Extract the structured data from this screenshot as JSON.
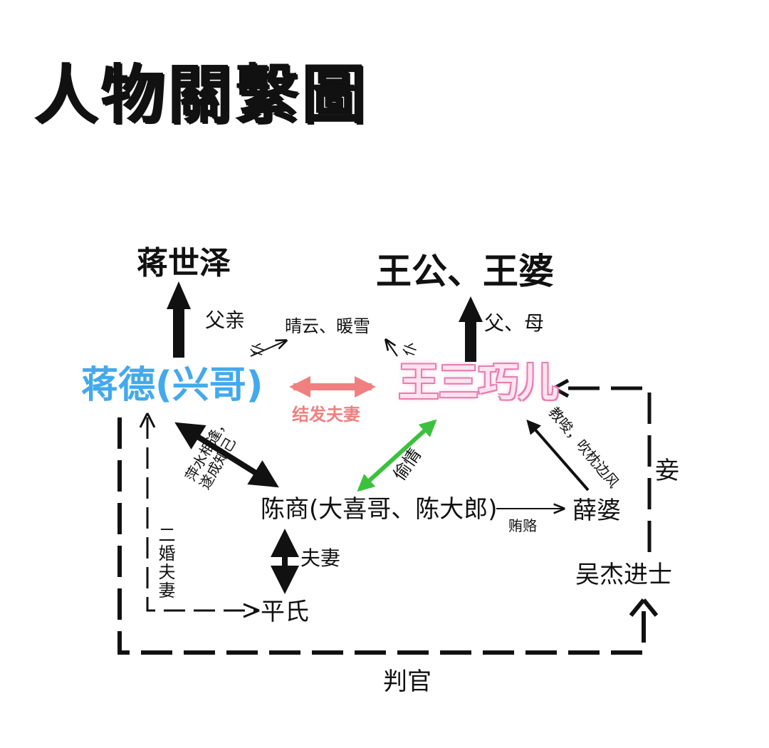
{
  "title": "人物關繫圖",
  "nodes": {
    "jiang_shize": "蒋世泽",
    "wang_parents": "王公、王婆",
    "jiang_de": "蒋德(兴哥)",
    "wang_sanqiao": "王三巧儿",
    "qingyun_nuanxue": "晴云、暖雪",
    "chen_shang": "陈商(大喜哥、陈大郎)",
    "ping_shi": "平氏",
    "xue_po": "薛婆",
    "wu_jie": "吴杰进士"
  },
  "relations": {
    "father": "父亲",
    "parents": "父、母",
    "servant_left": "仆",
    "servant_right": "仆",
    "married": "结发夫妻",
    "met_friends": "萍水相逢，遂成知己",
    "affair": "偷情",
    "instigate": "教唆，吹枕边风",
    "bribe": "贿赂",
    "couple": "夫妻",
    "second_marriage": "二婚夫妻",
    "concubine": "妾",
    "judge": "判官"
  },
  "colors": {
    "jiang_de": "#43a9ec",
    "wang_sanqiao": "#e37fb0",
    "married_arrow": "#f08080",
    "affair_arrow": "#3cc13c",
    "default": "#111111"
  }
}
